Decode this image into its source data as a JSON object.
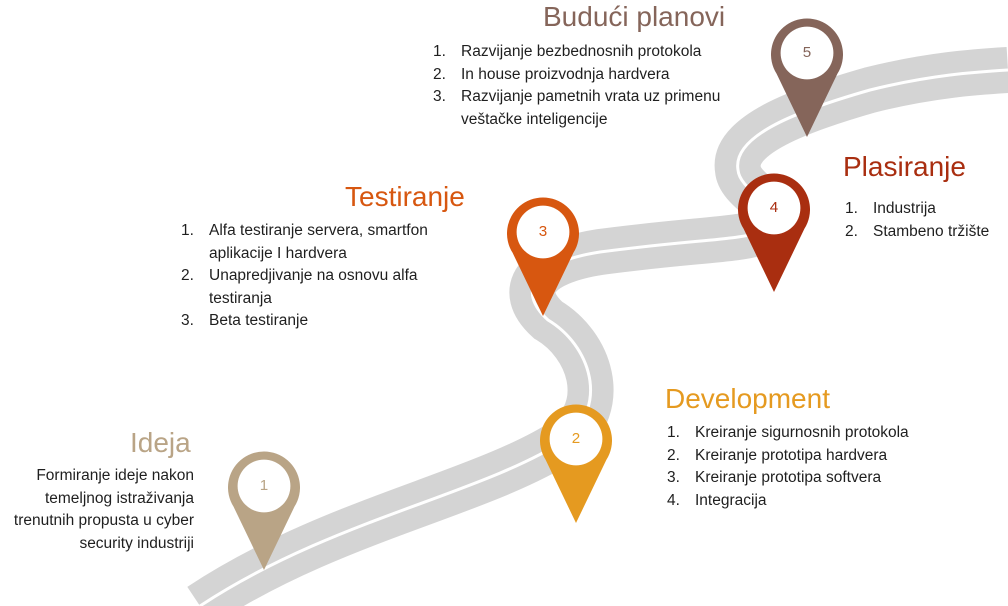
{
  "colors": {
    "road": "#d4d4d4",
    "road_line": "#ffffff",
    "stage1": "#b9a486",
    "stage2": "#e59a20",
    "stage3": "#d75710",
    "stage4": "#a92e10",
    "stage5": "#85655a"
  },
  "stages": {
    "s1": {
      "number": "1",
      "title": "Ideja",
      "text": "Formiranje ideje nakon temeljnog istraživanja trenutnih propusta u cyber security industriji"
    },
    "s2": {
      "number": "2",
      "title": "Development",
      "items": [
        "Kreiranje sigurnosnih protokola",
        "Kreiranje prototipa hardvera",
        "Kreiranje prototipa softvera",
        "Integracija"
      ]
    },
    "s3": {
      "number": "3",
      "title": "Testiranje",
      "items": [
        "Alfa testiranje servera, smartfon aplikacije I hardvera",
        "Unapredjivanje na osnovu alfa testiranja",
        "Beta testiranje"
      ]
    },
    "s4": {
      "number": "4",
      "title": "Plasiranje",
      "items": [
        "Industrija",
        "Stambeno tržište"
      ]
    },
    "s5": {
      "number": "5",
      "title": "Budući planovi",
      "items": [
        "Razvijanje bezbednosnih protokola",
        "In house proizvodnja hardvera",
        "Razvijanje pametnih vrata uz primenu veštačke inteligencije"
      ]
    }
  }
}
